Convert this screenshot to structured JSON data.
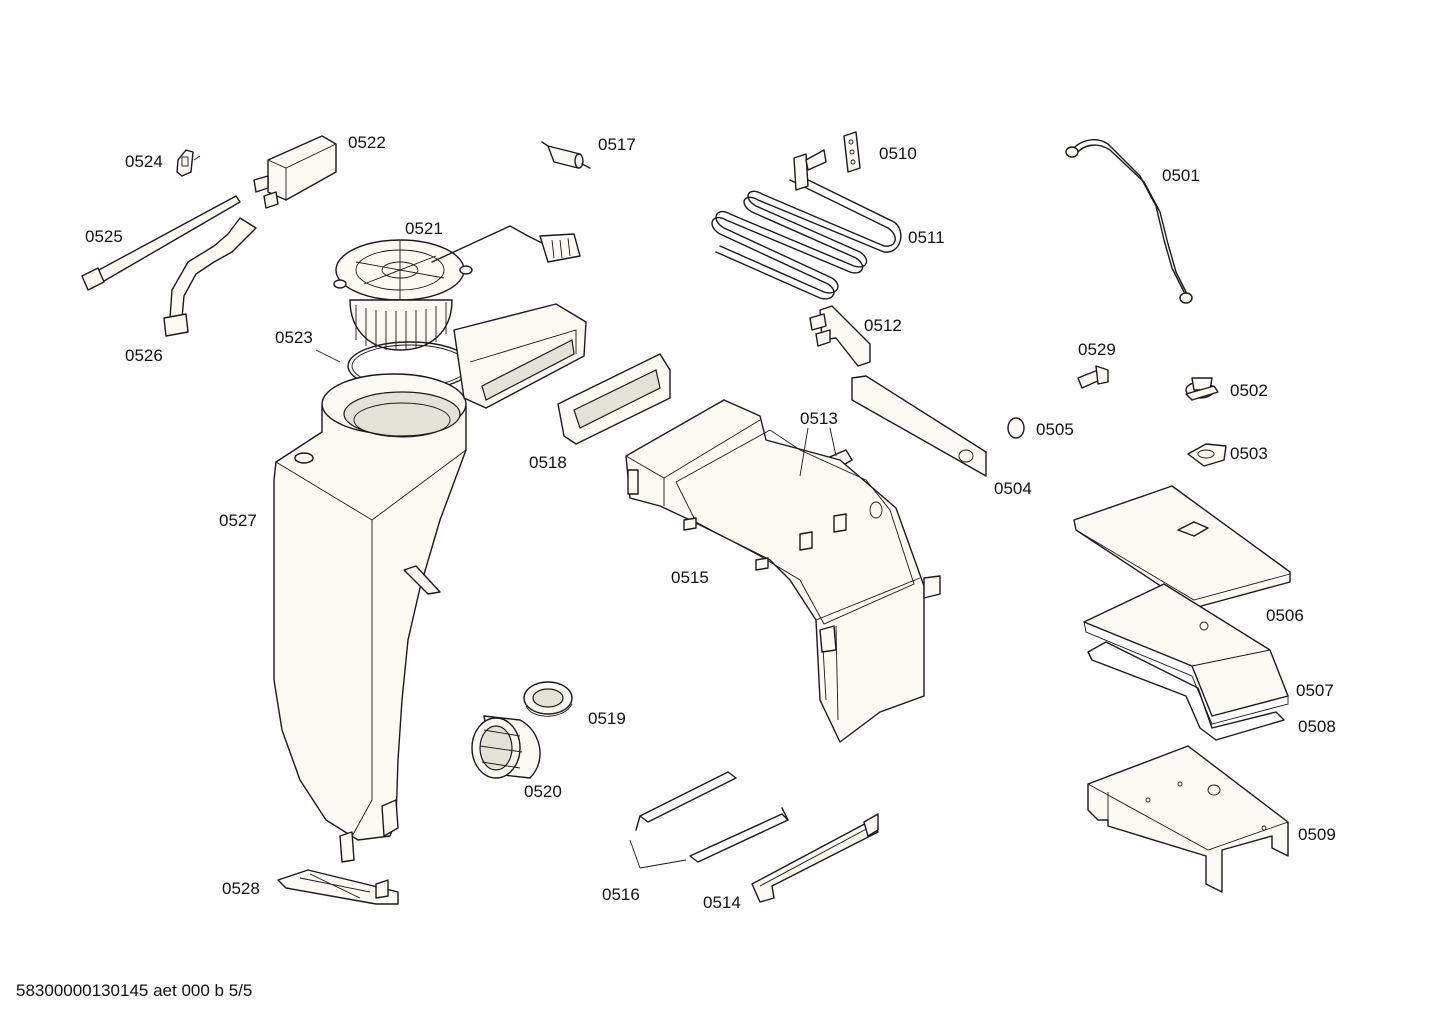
{
  "labels": {
    "p0501": "0501",
    "p0502": "0502",
    "p0503": "0503",
    "p0504": "0504",
    "p0505": "0505",
    "p0506": "0506",
    "p0507": "0507",
    "p0508": "0508",
    "p0509": "0509",
    "p0510": "0510",
    "p0511": "0511",
    "p0512": "0512",
    "p0513": "0513",
    "p0514": "0514",
    "p0515": "0515",
    "p0516": "0516",
    "p0517": "0517",
    "p0518": "0518",
    "p0519": "0519",
    "p0520": "0520",
    "p0521": "0521",
    "p0522": "0522",
    "p0523": "0523",
    "p0524": "0524",
    "p0525": "0525",
    "p0526": "0526",
    "p0527": "0527",
    "p0528": "0528",
    "p0529": "0529"
  },
  "footer": "58300000130145 aet 000 b 5/5"
}
